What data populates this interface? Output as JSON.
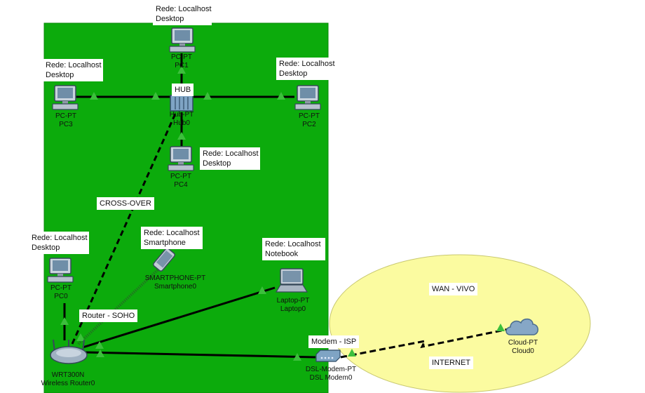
{
  "colors": {
    "zone": "#0cab0c",
    "wan_zone": "#fbfba0",
    "link": "#000000",
    "port": "#3cbf3c"
  },
  "devices": {
    "pc1": {
      "model": "PC-PT",
      "name": "PC1",
      "icon": "desktop-pc-icon"
    },
    "pc3": {
      "model": "PC-PT",
      "name": "PC3",
      "icon": "desktop-pc-icon"
    },
    "pc2": {
      "model": "PC-PT",
      "name": "PC2",
      "icon": "desktop-pc-icon"
    },
    "hub0": {
      "model": "Hub-PT",
      "name": "Hub0",
      "icon": "hub-icon"
    },
    "pc4": {
      "model": "PC-PT",
      "name": "PC4",
      "icon": "desktop-pc-icon"
    },
    "pc0": {
      "model": "PC-PT",
      "name": "PC0",
      "icon": "desktop-pc-icon"
    },
    "smartphone0": {
      "model": "SMARTPHONE-PT",
      "name": "Smartphone0",
      "icon": "smartphone-icon"
    },
    "laptop0": {
      "model": "Laptop-PT",
      "name": "Laptop0",
      "icon": "laptop-icon"
    },
    "router0": {
      "model": "WRT300N",
      "name": "Wireless Router0",
      "icon": "wireless-router-icon"
    },
    "modem0": {
      "model": "DSL-Modem-PT",
      "name": "DSL Modem0",
      "icon": "dsl-modem-icon"
    },
    "cloud0": {
      "model": "Cloud-PT",
      "name": "Cloud0",
      "icon": "cloud-icon"
    }
  },
  "notes": {
    "pc1": [
      "Rede: Localhost",
      "Desktop"
    ],
    "pc3": [
      "Rede: Localhost",
      "Desktop"
    ],
    "pc2": [
      "Rede: Localhost",
      "Desktop"
    ],
    "pc4": [
      "Rede: Localhost",
      "Desktop"
    ],
    "pc0": [
      "Rede: Localhost",
      "Desktop"
    ],
    "smartphone0": [
      "Rede: Localhost",
      "Smartphone"
    ],
    "laptop0": [
      "Rede: Localhost",
      "Notebook"
    ],
    "hub": "HUB",
    "crossover": "CROSS-OVER",
    "router_soho": "Router - SOHO",
    "modem_isp": "Modem - ISP",
    "wan": "WAN - VIVO",
    "internet": "INTERNET"
  }
}
